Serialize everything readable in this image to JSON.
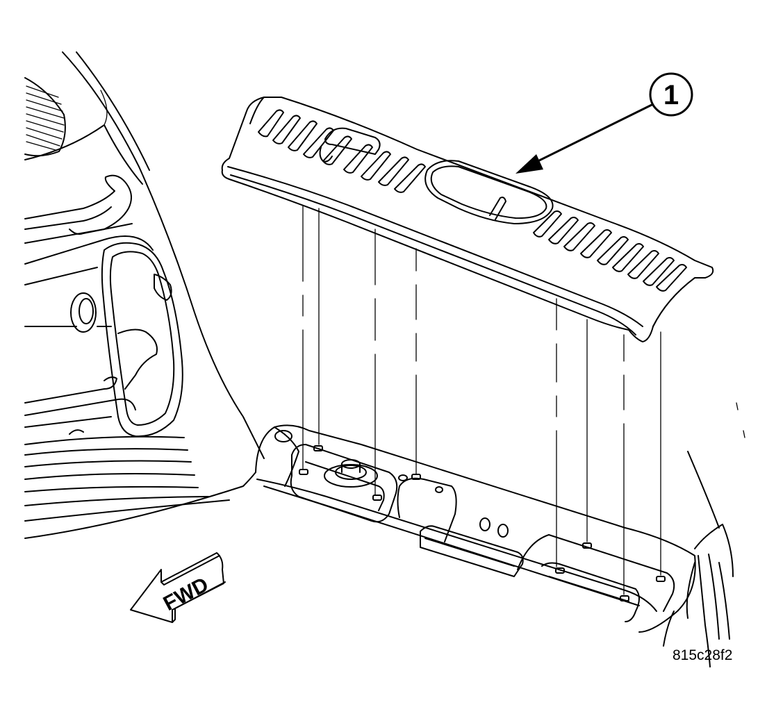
{
  "callout": {
    "label": "1"
  },
  "direction": {
    "label": "FWD"
  },
  "figure_code": "815c28f2"
}
